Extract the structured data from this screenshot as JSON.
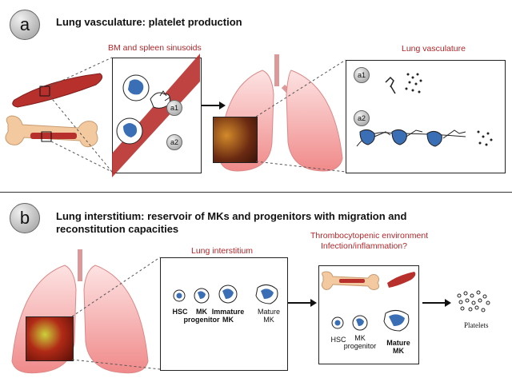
{
  "panel_a": {
    "badge": "a",
    "title": "Lung vasculature:  platelet production",
    "bm_label": "BM and spleen sinusoids",
    "lung_vasc_label": "Lung vasculature",
    "a1": "a1",
    "a2": "a2"
  },
  "panel_b": {
    "badge": "b",
    "title_line1": "Lung interstitium:  reservoir of MKs and progenitors with migration and",
    "title_line2": "reconstitution capacities",
    "interstitium_label": "Lung interstitium",
    "thrombo_line1": "Thrombocytopenic environment",
    "thrombo_line2": "Infection/inflammation?",
    "cells": {
      "hsc": "HSC",
      "mk_prog_1": "MK",
      "mk_prog_2": "progenitor",
      "imm_1": "Immature",
      "imm_2": "MK",
      "mature_1": "Mature",
      "mature_2": "MK"
    },
    "cells2": {
      "hsc": "HSC",
      "mk_prog_1": "MK",
      "mk_prog_2": "progenitor",
      "mature_1": "Mature",
      "mature_2": "MK"
    },
    "platelets": "Platelets"
  },
  "colors": {
    "vessel": "#b8302c",
    "bone": "#f3c9a0",
    "lung": "#f2a0a0",
    "cell": "#3b6fb5"
  }
}
